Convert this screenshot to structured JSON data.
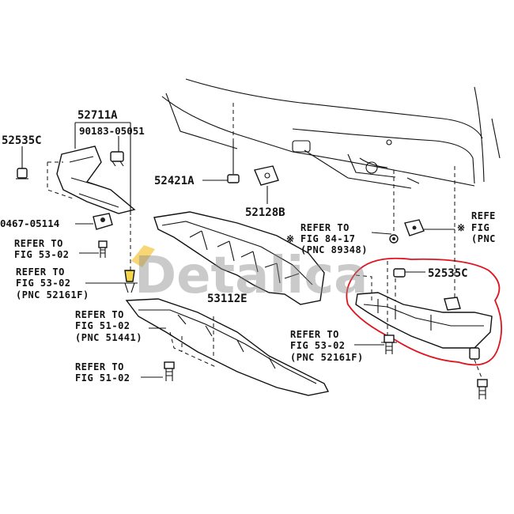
{
  "labels": {
    "p52711a": "52711A",
    "p90183": "90183-05051",
    "p52535c_left": "52535C",
    "p52535c_right": "52535C",
    "p52421a": "52421A",
    "p52128b": "52128B",
    "p53112e": "53112E",
    "p90467": "0467-05114"
  },
  "refs": {
    "fig53_02_top": [
      "REFER TO",
      "FIG 53-02"
    ],
    "fig53_02_mid": [
      "REFER TO",
      "FIG 53-02",
      "(PNC 52161F)"
    ],
    "fig51_02_a": [
      "REFER TO",
      "FIG 51-02",
      "(PNC 51441)"
    ],
    "fig51_02_b": [
      "REFER TO",
      "FIG 51-02"
    ],
    "fig84_17": [
      "REFER TO",
      "FIG 84-17",
      "(PNC 89348)"
    ],
    "fig53_02_right": [
      "REFER TO",
      "FIG 53-02",
      "(PNC 52161F)"
    ],
    "far_right": [
      "REFE",
      "FIG",
      "(PNC"
    ]
  },
  "marks": {
    "note_symbol": "※"
  },
  "watermark": "Detalica",
  "colors": {
    "highlight": "#e0141e",
    "ink": "#111111",
    "watermark": "#8a8a8a",
    "logo_accent": "#f2b400"
  }
}
